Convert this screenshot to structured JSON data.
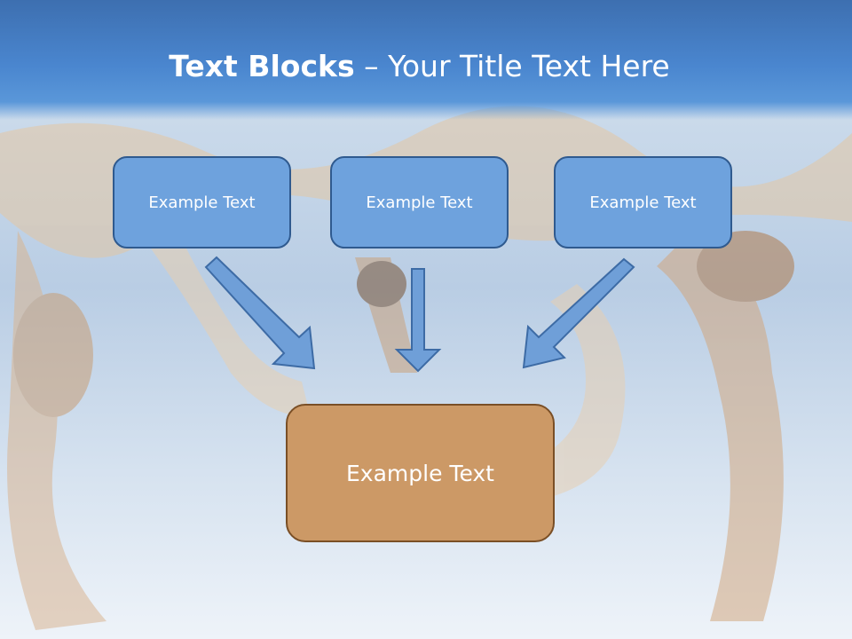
{
  "title": {
    "bold_part": "Text Blocks",
    "separator": " – ",
    "regular_part": "Your Title Text Here"
  },
  "blocks": [
    {
      "label": "Example Text"
    },
    {
      "label": "Example Text"
    },
    {
      "label": "Example Text"
    }
  ],
  "target_block": {
    "label": "Example Text"
  },
  "colors": {
    "title_bar": "#4a86cf",
    "block_fill": "#6ea2dd",
    "block_border": "#2f5a8f",
    "target_fill": "#cc9966",
    "target_border": "#7a4f26",
    "arrow_fill": "#6f9fd8"
  }
}
